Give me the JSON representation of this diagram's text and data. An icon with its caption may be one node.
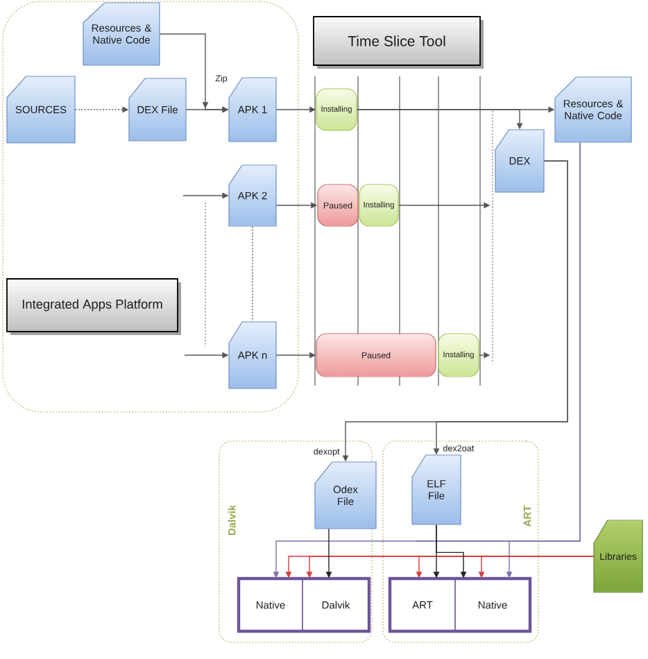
{
  "diagram": {
    "nodes": [
      {
        "text": [],
        "shape": "box"
      },
      {
        "text": [
          "Resources & Native Code"
        ],
        "in": 0
      },
      {
        "text": [
          "SOURCES"
        ],
        "in": 0
      },
      {
        "text": [
          "DEX File"
        ],
        "in": 0
      },
      {
        "text": [
          "APK 1"
        ],
        "in": 0
      },
      {
        "text": [
          "Time Slice Tool"
        ]
      },
      {
        "text": [
          "Installing"
        ]
      },
      {
        "text": [
          "Resources & Native Code"
        ]
      },
      {
        "text": [
          "DEX"
        ]
      },
      {
        "text": [
          "APK 2"
        ],
        "in": 0
      },
      {
        "text": [
          "Paused"
        ]
      },
      {
        "text": [
          "Installing"
        ]
      },
      {
        "text": [
          "Integrated Apps Platform"
        ],
        "in": 0
      },
      {
        "text": [
          "APK n"
        ],
        "in": 0
      },
      {
        "text": [
          "Paused"
        ]
      },
      {
        "text": [
          "Installing"
        ]
      },
      {
        "text": [
          "Dalvik"
        ]
      },
      {
        "text": [
          "Odex File"
        ],
        "in": 16
      },
      {
        "text": [
          "ART"
        ]
      },
      {
        "text": [
          "ELF File"
        ],
        "in": 18
      },
      {
        "text": [
          "Libraries"
        ]
      },
      {
        "text": [],
        "shape": "box",
        "in": 16
      },
      {
        "text": [
          "Native"
        ],
        "in": 21
      },
      {
        "text": [
          "Dalvik"
        ],
        "in": 21
      },
      {
        "text": [],
        "shape": "box",
        "in": 18
      },
      {
        "text": [
          "ART"
        ],
        "in": 24
      },
      {
        "text": [
          "Native"
        ],
        "in": 24
      },
      {
        "text": [],
        "shape": "bar"
      }
    ],
    "edges": [
      {
        "from": 2,
        "to": 3,
        "arrow": "to",
        "style": "dashed"
      },
      {
        "from": 1,
        "to": 4,
        "arrow": "to",
        "label": "Zip"
      },
      {
        "from": 3,
        "to": 4,
        "arrow": "to"
      },
      {
        "from": null,
        "to": 9,
        "arrow": "to"
      },
      {
        "from": 9,
        "to": 13,
        "arrow": "none",
        "style": "dashed"
      },
      {
        "from": null,
        "to": 13,
        "arrow": "to"
      },
      {
        "from": 4,
        "to": 6,
        "arrow": "to"
      },
      {
        "from": 6,
        "to": 7,
        "arrow": "to"
      },
      {
        "from": 6,
        "to": 8,
        "arrow": "to"
      },
      {
        "from": 9,
        "to": 10,
        "arrow": "to"
      },
      {
        "from": 11,
        "to": 27,
        "arrow": "to"
      },
      {
        "from": 13,
        "to": 14,
        "arrow": "to"
      },
      {
        "from": 15,
        "to": 27,
        "arrow": "to"
      },
      {
        "from": 8,
        "to": 17,
        "arrow": "to",
        "label": "dexopt"
      },
      {
        "from": 8,
        "to": 19,
        "arrow": "to",
        "label": "dex2oat"
      },
      {
        "from": 7,
        "to": 22,
        "arrow": "to",
        "color": "#7b72a8"
      },
      {
        "from": 7,
        "to": 26,
        "arrow": "to",
        "color": "#7b72a8"
      },
      {
        "from": 20,
        "to": 22,
        "arrow": "to",
        "color": "#d83a3a"
      },
      {
        "from": 20,
        "to": 23,
        "arrow": "to",
        "color": "#d83a3a"
      },
      {
        "from": 20,
        "to": 25,
        "arrow": "to",
        "color": "#d83a3a"
      },
      {
        "from": 20,
        "to": 26,
        "arrow": "to",
        "color": "#d83a3a"
      },
      {
        "from": 17,
        "to": 23,
        "arrow": "to",
        "color": "#222222"
      },
      {
        "from": 19,
        "to": 25,
        "arrow": "to",
        "color": "#222222"
      },
      {
        "from": 19,
        "to": 26,
        "arrow": "to",
        "color": "#222222"
      }
    ]
  }
}
